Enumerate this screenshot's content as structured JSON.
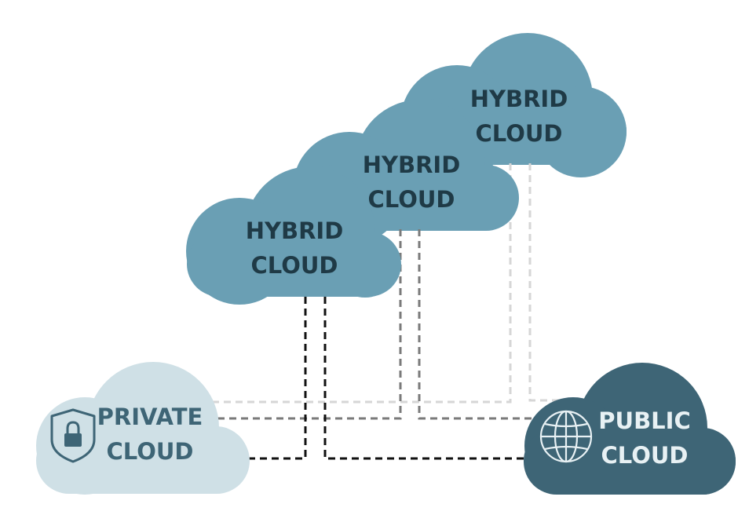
{
  "hybrid_clouds": [
    {
      "line1": "HYBRID",
      "line2": "CLOUD"
    },
    {
      "line1": "HYBRID",
      "line2": "CLOUD"
    },
    {
      "line1": "HYBRID",
      "line2": "CLOUD"
    }
  ],
  "private_cloud": {
    "line1": "PRIVATE",
    "line2": "CLOUD",
    "icon": "lock-shield-icon"
  },
  "public_cloud": {
    "line1": "PUBLIC",
    "line2": "CLOUD",
    "icon": "globe-icon"
  },
  "colors": {
    "hybrid": "#6a9fb4",
    "hybrid_text": "#1f3a46",
    "private": "#cfe0e6",
    "private_text": "#3e6576",
    "public": "#3e6576",
    "public_text": "#e8f1f4",
    "link_front": "#111111",
    "link_middle": "#7a7a7a",
    "link_back": "#d6d6d6"
  }
}
